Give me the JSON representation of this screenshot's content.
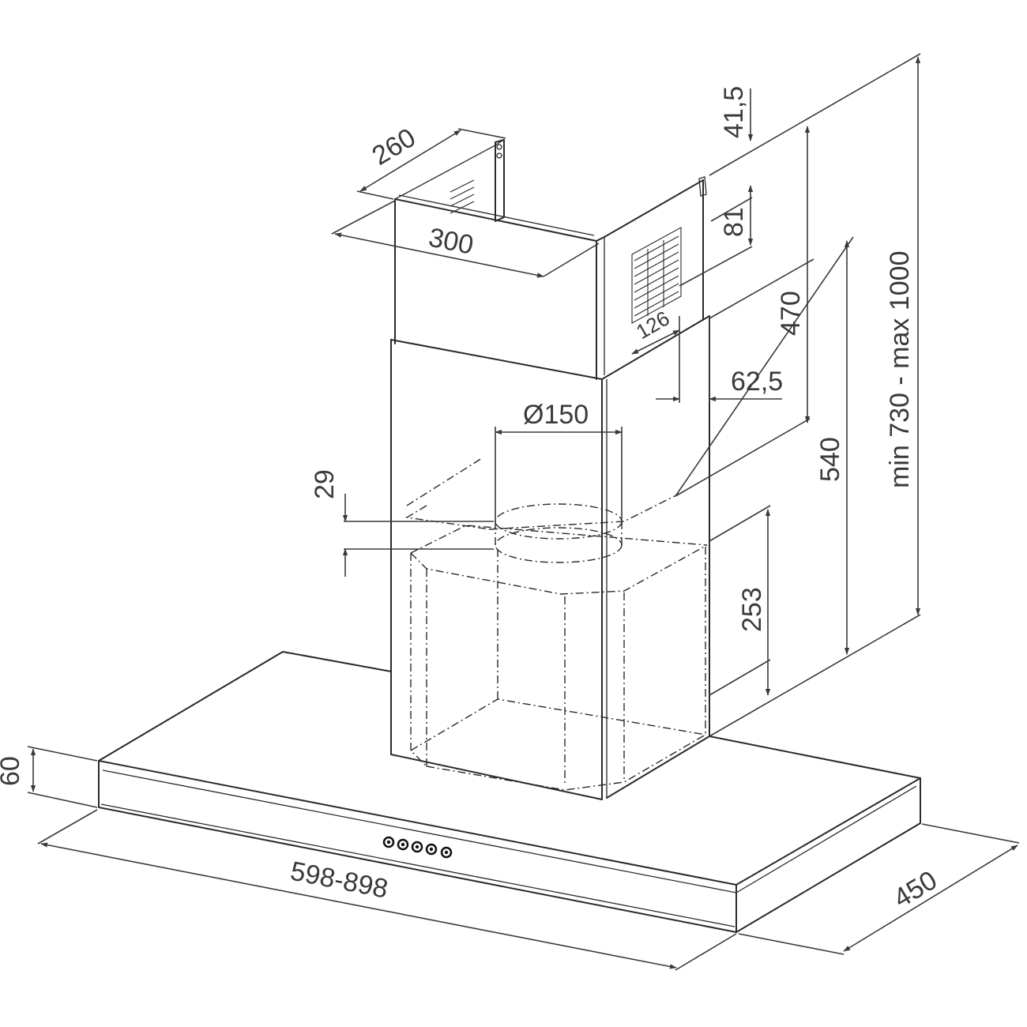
{
  "dimensions": {
    "chimney_depth": "260",
    "chimney_width": "300",
    "top_offset": "41,5",
    "bracket_height": "81",
    "bracket_width": "126",
    "bracket_offset": "62,5",
    "duct_diameter": "Ø150",
    "collar_height": "29",
    "upper_chimney": "470",
    "chimney_to_collar": "540",
    "total_height": "min 730 - max 1000",
    "motor_housing": "253",
    "hood_thickness": "60",
    "hood_width": "598-898",
    "hood_depth": "450"
  },
  "controls": {
    "button_count": 5
  }
}
